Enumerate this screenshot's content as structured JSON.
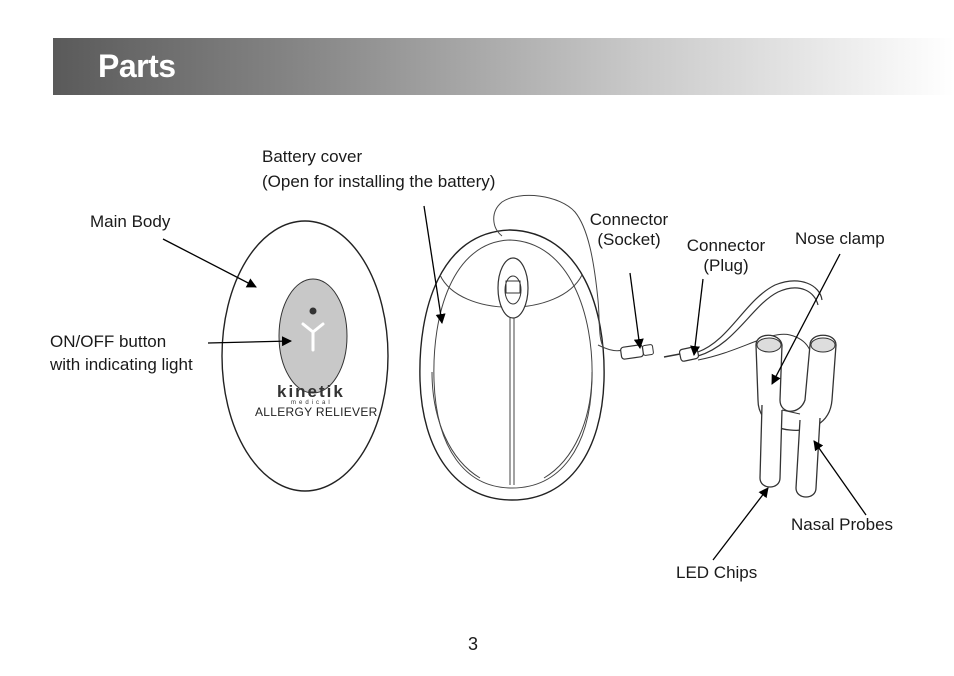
{
  "header": {
    "title": "Parts"
  },
  "labels": {
    "main_body": "Main Body",
    "battery_cover_line1": "Battery cover",
    "battery_cover_line2": "(Open for installing the battery)",
    "connector_socket_line1": "Connector",
    "connector_socket_line2": "(Socket)",
    "connector_plug_line1": "Connector",
    "connector_plug_line2": "(Plug)",
    "nose_clamp": "Nose clamp",
    "on_off_line1": "ON/OFF button",
    "on_off_line2": "with indicating light",
    "nasal_probes": "Nasal Probes",
    "led_chips": "LED Chips"
  },
  "device": {
    "brand": "kinetik",
    "brand_sub": "medical",
    "product_name": "ALLERGY RELIEVER"
  },
  "footer": {
    "page_number": "3"
  }
}
